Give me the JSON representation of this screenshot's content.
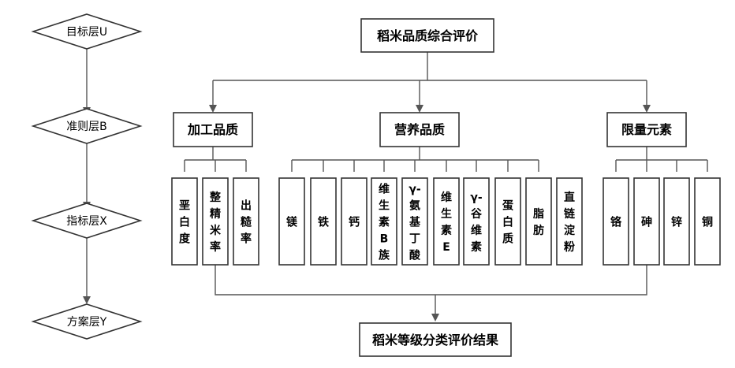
{
  "levels": [
    "目标层U",
    "准则层B",
    "指标层X",
    "方案层Y"
  ],
  "goal": "稻米品质综合评价",
  "criteria": [
    "加工品质",
    "营养品质",
    "限量元素"
  ],
  "indicators": {
    "processing": [
      "垩白度",
      "整精米率",
      "出糙率"
    ],
    "nutrition": [
      "镁",
      "铁",
      "钙",
      "维生素B族",
      "γ-氨基丁酸",
      "维生素E",
      "γ-谷维素",
      "蛋白质",
      "脂肪",
      "直链淀粉"
    ],
    "limited": [
      "铬",
      "砷",
      "锌",
      "铜"
    ]
  },
  "result": "稻米等级分类评价结果"
}
